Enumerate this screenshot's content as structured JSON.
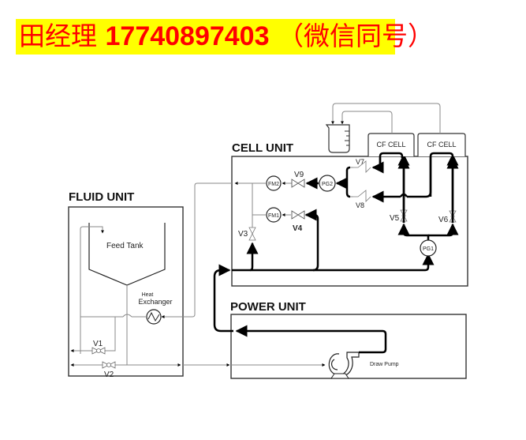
{
  "banner": {
    "name": "田经理",
    "phone": "17740897403",
    "note": "（微信同号）",
    "background": "#ffff00",
    "text_color": "#ff0000"
  },
  "diagram": {
    "units": {
      "fluid": "FLUID UNIT",
      "cell": "CELL UNIT",
      "power": "POWER UNIT"
    },
    "components": {
      "feed_tank": "Feed Tank",
      "heat_exchanger_line1": "Heat",
      "heat_exchanger_line2": "Exchanger",
      "draw_pump": "Draw Pump",
      "cf_cell_1": "CF CELL",
      "cf_cell_2": "CF CELL",
      "fm1": "FM1",
      "fm2": "FM2",
      "pg1": "PG1",
      "pg2": "PG2"
    },
    "valves": {
      "v1": "V1",
      "v2": "V2",
      "v3": "V3",
      "v4": "V4",
      "v5": "V5",
      "v6": "V6",
      "v7": "V7",
      "v8": "V8",
      "v9": "V9"
    }
  }
}
